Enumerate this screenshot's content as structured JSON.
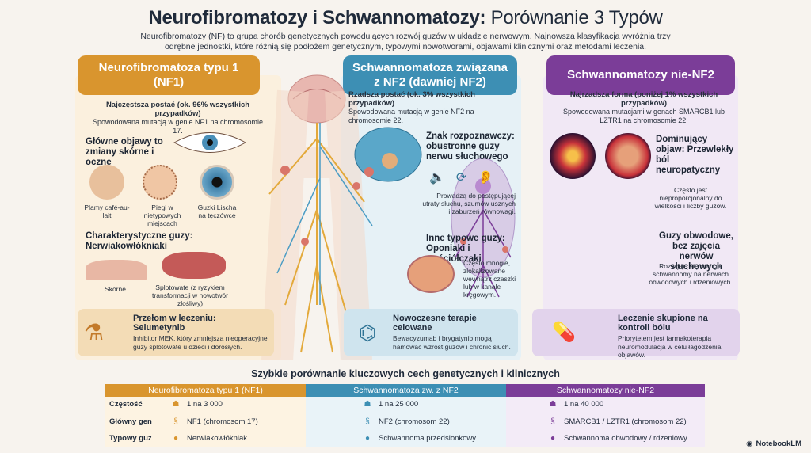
{
  "title": {
    "bold": "Neurofibromatozy i Schwannomatozy:",
    "rest": "Porównanie 3 Typów"
  },
  "intro": "Neurofibromatozy (NF) to grupa chorób genetycznych powodujących rozwój guzów w układzie nerwowym. Najnowsza klasyfikacja wyróżnia trzy odrębne jednostki, które różnią się podłożem genetycznym, typowymi nowotworami, objawami klinicznymi oraz metodami leczenia.",
  "colors": {
    "nf1": "#d9952e",
    "nf2": "#3d8fb4",
    "swn": "#7b3d98"
  },
  "nf1": {
    "header": "Neurofibromatoza typu 1 (NF1)",
    "freq_bold": "Najczęstsza postać (ok. 96% wszystkich przypadków)",
    "freq_text": "Spowodowana mutacją w genie NF1 na chromosomie 17.",
    "symptoms_title": "Główne objawy to zmiany skórne i oczne",
    "sym1": "Plamy café-au-lait",
    "sym2": "Piegi w nietypowych miejscach",
    "sym3": "Guzki Lischa na tęczówce",
    "tumors_title": "Charakterystyczne guzy: Nerwiakowłókniaki",
    "tumor1": "Skórne",
    "tumor2": "Splotowate (z ryzykiem transformacji w nowotwór złośliwy)",
    "box_title": "Przełom w leczeniu: Selumetynib",
    "box_text": "Inhibitor MEK, który zmniejsza nieoperacyjne guzy splotowate u dzieci i dorosłych."
  },
  "nf2": {
    "header": "Schwannomatoza związana z NF2 (dawniej NF2)",
    "freq_bold": "Rzadsza postać (ok. 3% wszystkich przypadków)",
    "freq_text": "Spowodowana mutacją w genie NF2 na chromosomie 22.",
    "sign_title": "Znak rozpoznawczy: obustronne guzy nerwu słuchowego",
    "sign_text": "Prowadzą do postępującej utraty słuchu, szumów usznych i zaburzeń równowagi.",
    "other_title": "Inne typowe guzy: Oponiaki i wyściółczaki",
    "other_text": "Często mnogie, zlokalizowane wewnątrz czaszki lub w kanale kręgowym.",
    "box_title": "Nowoczesne terapie celowane",
    "box_text": "Bewacyzumab i brygatynib mogą hamować wzrost guzów i chronić słuch."
  },
  "swn": {
    "header": "Schwannomatozy nie-NF2",
    "freq_bold": "Najrzadsza forma (poniżej 1% wszystkich przypadków)",
    "freq_text": "Spowodowana mutacjami w genach SMARCB1 lub LZTR1 na chromosomie 22.",
    "dom_title": "Dominujący objaw: Przewlekły ból neuropatyczny",
    "dom_text": "Często jest nieproporcjonalny do wielkości i liczby guzów.",
    "per_title": "Guzy obwodowe, bez zajęcia nerwów słuchowych",
    "per_text": "Rozwijają się mnogie schwannomy na nerwach obwodowych i rdzeniowych.",
    "box_title": "Leczenie skupione na kontroli bólu",
    "box_text": "Priorytetem jest farmakoterapia i neuromodulacja w celu łagodzenia objawów."
  },
  "table": {
    "title": "Szybkie porównanie kluczowych cech genetycznych i klinicznych",
    "headers": [
      "Neurofibromatoza typu 1 (NF1)",
      "Schwannomatoza zw. z NF2",
      "Schwannomatozy nie-NF2"
    ],
    "rows": [
      {
        "label": "Częstość",
        "icon": "person-icon",
        "values": [
          "1 na 3 000",
          "1 na 25 000",
          "1 na 40 000"
        ]
      },
      {
        "label": "Główny gen",
        "icon": "dna-icon",
        "values": [
          "NF1 (chromosom 17)",
          "NF2 (chromosom 22)",
          "SMARCB1 / LZTR1 (chromosom 22)"
        ]
      },
      {
        "label": "Typowy guz",
        "icon": "tumor-icon",
        "values": [
          "Nerwiakowłókniak",
          "Schwannoma przedsionkowy",
          "Schwannoma obwodowy / rdzeniowy"
        ]
      }
    ]
  },
  "brand": "NotebookLM"
}
